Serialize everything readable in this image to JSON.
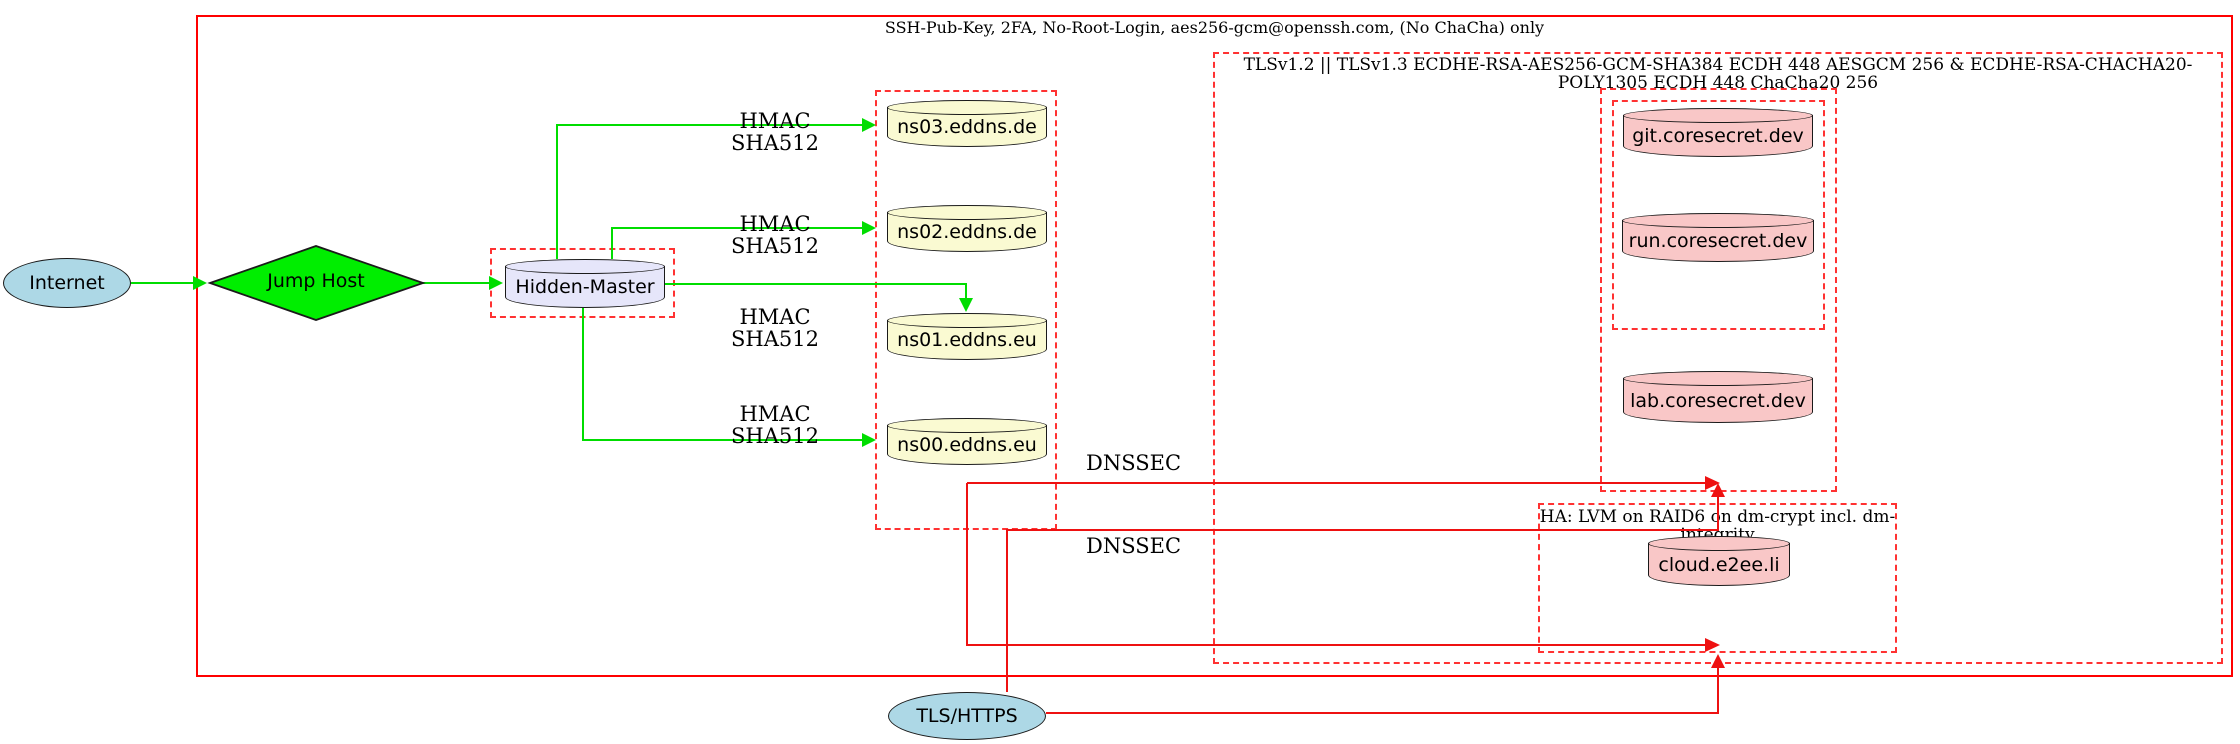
{
  "titles": {
    "ssh": "SSH-Pub-Key, 2FA, No-Root-Login, aes256-gcm@openssh.com, (No ChaCha) only",
    "tls": "TLSv1.2 || TLSv1.3 ECDHE-RSA-AES256-GCM-SHA384 ECDH 448 AESGCM 256 & ECDHE-RSA-CHACHA20-POLY1305 ECDH 448 ChaCha20 256",
    "ha": "HA: LVM on RAID6 on dm-crypt incl. dm-integrity"
  },
  "nodes": {
    "internet": "Internet",
    "jump_host": "Jump Host",
    "hidden_master": "Hidden-Master",
    "ns03": "ns03.eddns.de",
    "ns02": "ns02.eddns.de",
    "ns01": "ns01.eddns.eu",
    "ns00": "ns00.eddns.eu",
    "git": "git.coresecret.dev",
    "run": "run.coresecret.dev",
    "lab": "lab.coresecret.dev",
    "cloud": "cloud.e2ee.li",
    "tls_https": "TLS/HTTPS"
  },
  "edge_labels": {
    "hmac": "HMAC SHA512",
    "dnssec": "DNSSEC"
  },
  "colors": {
    "node_blue": "#add8e6",
    "node_green": "#00ee00",
    "node_lavender": "#e6e6fa",
    "node_yellow": "#fafad2",
    "node_pink": "#f9c7c7",
    "edge_green": "#00dd00",
    "edge_red": "#ee1111",
    "cluster_dashed_red": "#ff3232",
    "cluster_solid_red": "#ff0000"
  }
}
